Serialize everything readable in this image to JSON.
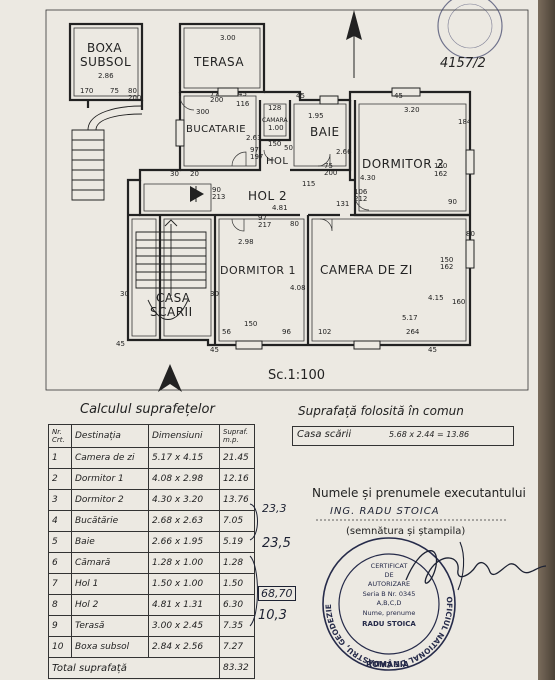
{
  "plan": {
    "rooms": {
      "boxa_subsol": [
        "BOXA",
        "SUBSOL"
      ],
      "terasa": "TERASA",
      "bucatarie": "BUCATARIE",
      "camara": "CAMARA",
      "baie": "BAIE",
      "hol": "HOL",
      "hol2": "HOL 2",
      "dormitor1": "DORMITOR 1",
      "dormitor2": "DORMITOR 2",
      "camera_de_zi": "CAMERA DE ZI",
      "casa_scarii": [
        "CASA",
        "SCARII"
      ]
    },
    "dimensions": {
      "boxa_w": "2.86",
      "boxa_170": "170",
      "boxa_75": "75",
      "boxa_80": "80",
      "boxa_200": "200",
      "terasa_w": "3.00",
      "terasa_77": "77",
      "terasa_200": "200",
      "terasa_45": "45",
      "terasa_116": "116",
      "buc_300": "300",
      "buc_263": "2.63",
      "camara_100": "1.00",
      "camara_128": "128",
      "baie_195": "1.95",
      "baie_266": "2.66",
      "baie_75": "75",
      "baie_200": "200",
      "hol_150": "150",
      "hol_50": "50",
      "hol_97": "97",
      "hol_197": "197",
      "d2_320": "3.20",
      "d2_430": "4.30",
      "d2_162": "162",
      "d2_150": "150",
      "d2_90": "90",
      "d2_106": "106",
      "d2_212": "212",
      "hol2_481": "4.81",
      "hol2_131": "131",
      "hol2_90": "90",
      "hol2_213": "213",
      "hol2_30a": "30",
      "hol2_20": "20",
      "hol2_115": "115",
      "d1_408": "4.08",
      "d1_298": "2.98",
      "d1_97": "97",
      "d1_217": "217",
      "d1_80": "80",
      "d1_150": "150",
      "d1_96": "96",
      "d1_56": "56",
      "cz_517": "5.17",
      "cz_415": "4.15",
      "cz_150": "150",
      "cz_162": "162",
      "cz_102": "102",
      "cz_264": "264",
      "cz_160": "160",
      "outer_45a": "45",
      "outer_45b": "45",
      "outer_30": "30",
      "outer_45c": "45",
      "outer_184": "184",
      "outer_45d": "45",
      "outer_80": "80",
      "stair_30": "30",
      "stair_45": "45"
    },
    "scale": "Sc.1:100",
    "handwritten_ref": "4157/2"
  },
  "surface": {
    "title": "Calculul suprafețelor",
    "headers": {
      "nr": [
        "Nr.",
        "Crt."
      ],
      "destinatia": "Destinația",
      "dimensiuni": "Dimensiuni",
      "suprafata": [
        "Supraf.",
        "m.p."
      ]
    },
    "rows": [
      {
        "nr": "1",
        "destinatia": "Camera de zi",
        "dimensiuni": "5.17 x 4.15",
        "suprafata": "21.45"
      },
      {
        "nr": "2",
        "destinatia": "Dormitor 1",
        "dimensiuni": "4.08 x 2.98",
        "suprafata": "12.16"
      },
      {
        "nr": "3",
        "destinatia": "Dormitor 2",
        "dimensiuni": "4.30 x 3.20",
        "suprafata": "13.76"
      },
      {
        "nr": "4",
        "destinatia": "Bucătărie",
        "dimensiuni": "2.68 x 2.63",
        "suprafata": "7.05"
      },
      {
        "nr": "5",
        "destinatia": "Baie",
        "dimensiuni": "2.66 x 1.95",
        "suprafata": "5.19"
      },
      {
        "nr": "6",
        "destinatia": "Cămară",
        "dimensiuni": "1.28 x 1.00",
        "suprafata": "1.28"
      },
      {
        "nr": "7",
        "destinatia": "Hol 1",
        "dimensiuni": "1.50 x 1.00",
        "suprafata": "1.50"
      },
      {
        "nr": "8",
        "destinatia": "Hol 2",
        "dimensiuni": "4.81 x 1.31",
        "suprafata": "6.30"
      },
      {
        "nr": "9",
        "destinatia": "Terasă",
        "dimensiuni": "3.00 x 2.45",
        "suprafata": "7.35"
      },
      {
        "nr": "10",
        "destinatia": "Boxa subsol",
        "dimensiuni": "2.84 x 2.56",
        "suprafata": "7.27"
      }
    ],
    "total_label": "Total suprafață",
    "total_value": "83.32"
  },
  "annotations": {
    "a1": "23,3",
    "a2": "23,5",
    "a3": "68,70",
    "a4": "10,3"
  },
  "common": {
    "title": "Suprafață folosită în comun",
    "label": "Casa scării",
    "calc": "5.68 x 2.44 = 13.86"
  },
  "executant": {
    "title": "Numele și prenumele executantului",
    "name": "ING. RADU STOICA",
    "signature_label": "(semnătura și ștampila)"
  },
  "stamp": {
    "ring": "OFICIUL NATIONAL DE CADASTRU, GEODEZIE SI CARTOGRAFIE",
    "country": "ROMÂNIA",
    "lines": [
      "CERTIFICAT",
      "DE",
      "AUTORIZARE",
      "Seria B Nr. 0345",
      "A,B,C,D",
      "Nume, prenume",
      "RADU STOICA"
    ]
  }
}
